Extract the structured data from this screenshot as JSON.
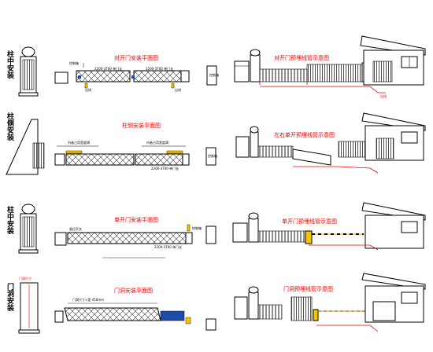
{
  "rows": [
    {
      "label": "柱中安装",
      "plan_title": "对开门安装平面图",
      "scene_title": "对开门预埋线管示意图",
      "notes": {
        "controller": "控制箱",
        "channel": "出线",
        "dims": "2200-3700 单门长",
        "dims2": "2200-3700 单门长",
        "m1": "出线",
        "m2": "出线",
        "box": "控制箱"
      }
    },
    {
      "label": "柱侧安装",
      "plan_title": "柱侧安装平面图",
      "scene_title": "左右单开预埋线管示意图",
      "notes": {
        "a": "内者占用宽度阈",
        "b": "内者占用宽度阈",
        "dims": "2200-3700 单门长",
        "box": "控制箱"
      }
    },
    {
      "label": "柱中安装",
      "plan_title": "单开门安装平面图",
      "scene_title": "单开门预埋线管示意图",
      "notes": {
        "a": "限位开关",
        "b": "控制箱",
        "dims": "2200-3700 单门长"
      }
    },
    {
      "label": "门洞安装",
      "plan_title": "门洞安装平面图",
      "scene_title": "门洞预埋线管示意图",
      "notes": {
        "a": "门洞尺寸",
        "b": "门洞尺寸×宽 450mm"
      }
    }
  ]
}
